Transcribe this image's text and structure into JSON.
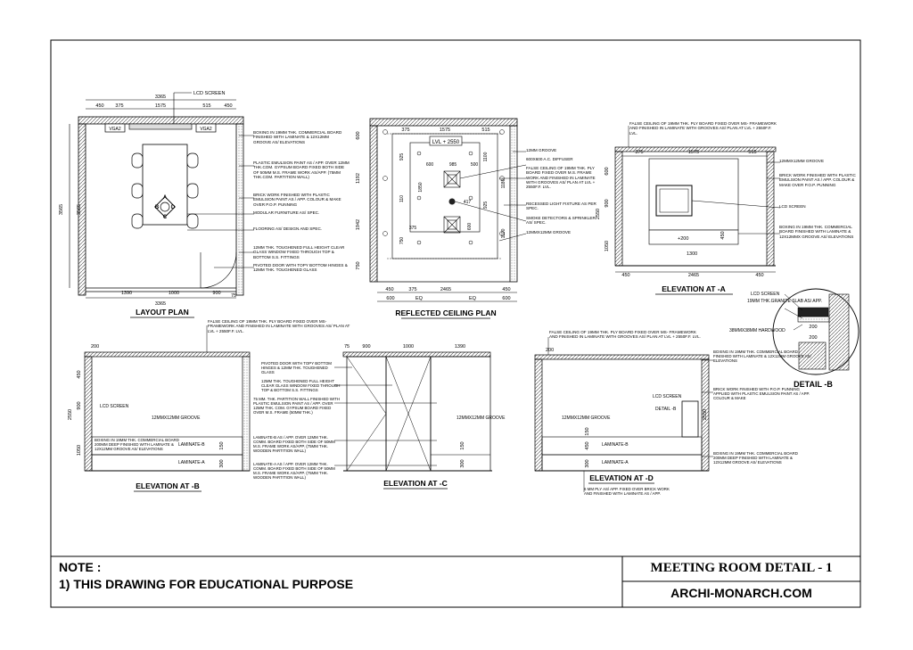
{
  "title_block": {
    "note_heading": "NOTE :",
    "note_1": "1) THIS DRAWING FOR EDUCATIONAL PURPOSE",
    "sheet_title": "MEETING ROOM DETAIL - 1",
    "website": "ARCHI-MONARCH.COM"
  },
  "layout_plan": {
    "caption": "LAYOUT PLAN",
    "lcd_label": "LCD SCREEN",
    "top_dims": [
      "3365",
      "450",
      "375",
      "1575",
      "515",
      "450"
    ],
    "side_dims": [
      "3565",
      "3565"
    ],
    "bottom_dims": [
      "1390",
      "1000",
      "900",
      "75",
      "3365"
    ],
    "tags": [
      "VGA2",
      "VGA2"
    ],
    "table_letters": [
      "A",
      "B",
      "C",
      "D"
    ],
    "notes": [
      "BOXING IN 19MM THK. COMMERCIAL BOARD FINISHED WITH LAMINATE & 12X12MM GROOVE AS/ ELEVATIONS",
      "PLASTIC EMULSION PAINT AS / APP. OVER 12MM THK.COM. GYPSUM BOARD FIXED BOTH SIDE OF 50MM M.S. FRAME WORK AS/APP. (75MM THK.COM. PARTITION WALL)",
      "BRICK WORK FINISHED WITH PLASTIC EMULSION PAINT AS / APP. COLOUR & MAKE OVER P.O.P. PUNNING",
      "MODULAR FURNITURE AS/ SPEC.",
      "FLOORING AS/ DESIGN AND SPEC.",
      "12MM THK. TOUGHENED FULL HEIGHT CLEAR GLASS WINDOW FIXED THROUGH TOP & BOTTOM S.S. FITTINGS",
      "PIVOTED DOOR WITH TOPY BOTTOM HINGES & 12MM THK. TOUGHENED GLASS"
    ]
  },
  "ceiling_plan": {
    "caption": "REFLECTED CEILING PLAN",
    "level": "LVL + 2550",
    "top_dims": [
      "375",
      "1575",
      "515"
    ],
    "left_dims": [
      "600",
      "1192",
      "1942",
      "750"
    ],
    "inner_dims": [
      "600",
      "985",
      "500",
      "925",
      "110",
      "1850",
      "750",
      "375",
      "417",
      "600",
      "925",
      "1100",
      "1180",
      "1100"
    ],
    "bottom_dims": [
      "450",
      "375",
      "600",
      "EQ",
      "2465",
      "EQ",
      "450",
      "600"
    ],
    "notes": [
      "12MM GROOVE",
      "600X600 A.C. DIFFUSER",
      "FALSE CEILING OF 19MM THK. PLY BOARD FIXED OVER M.S. FRAME WORK AND FINISHED IN LAMINATE WITH GROOVES AS/ PLAN AT LVL + 2550F.F. LVL.",
      "RECESSED LIGHT FIXTURE AS PER SPEC.",
      "SMOKE DETECTORS & SPRINKLER AS/ SPEC.",
      "12MMX12MM GROOVE"
    ]
  },
  "elev_a": {
    "caption": "ELEVATION AT -A",
    "top_note": "FALSE CEILING OF 19MM THK. PLY BOARD FIXED OVER MS- FRAMEWORK AND FINISHED IN LAMINATE WITH GROOVES AS/ PLAN AT LVL + 2550F.F. LVL.",
    "top_dims": [
      "375",
      "1575",
      "515"
    ],
    "left_dims": [
      "600",
      "900",
      "1050",
      "2550"
    ],
    "bottom_dims": [
      "450",
      "2465",
      "450"
    ],
    "inner_dims": [
      "+200",
      "1300",
      "450"
    ],
    "notes": [
      "12MMX12MM GROOVE",
      "BRICK WORK FINISHED WITH PLASTIC EMULSION PAINT AS / APP. COLOUR & MAKE OVER P.O.P. PUNNING",
      "LCD SCREEN",
      "BOXING IN 19MM THK. COMMERCIAL BOARD FINISHED WITH LAMINATE & 12X12MMX GROOVE AS/ ELEVATIONS"
    ]
  },
  "detail_b": {
    "caption": "DETAIL -B",
    "notes": [
      "LCD SCREEN",
      "19MM THK.GRANITE SLAB AS/ APP.",
      "38MMX38MM HARDWOOD"
    ],
    "dims": [
      "200",
      "200"
    ]
  },
  "elev_b": {
    "caption": "ELEVATION AT -B",
    "top_note": "FALSE CEILING OF 19MM THK. PLY BOARD FIXED OVER MS- FRAMEWORK AND FINISHED IN LAMINATE WITH GROOVES AS/ PLAN AT LVL + 2550F.F. LVL.",
    "lcd_label": "LCD SCREEN",
    "groove": "12MMX12MM GROOVE",
    "left_dims": [
      "200",
      "2550",
      "900",
      "1050",
      "450"
    ],
    "inner_dims": [
      "150",
      "300"
    ],
    "boxing_note": "BOXING IN 19MM THK. COMMERCIAL BOARD 200MM DEEP FINISHED WITH LAMINATE & 12X12MM GROOVE AS/ ELEVATIONS",
    "laminate_b": "LAMINATE-B",
    "laminate_a": "LAMINATE-A"
  },
  "elev_c": {
    "caption": "ELEVATION AT -C",
    "top_dims": [
      "75",
      "900",
      "1000",
      "1390"
    ],
    "groove": "12MMX12MM GROOVE",
    "inner_dims": [
      "150",
      "300"
    ],
    "notes": [
      "PIVOTED DOOR WITH TOPY BOTTOM HINGES & 12MM THK. TOUGHENED GLASS",
      "12MM THK. TOUGHENED FULL HEIGHT CLEAR GLASS WINDOW FIXED THROUGH TOP & BOTTOM S.S. FITTINGS",
      "75 MM. THK. PARTITION WALL FINISHED WITH PLASTIC EMULSION PAINT AS / APP. OVER 12MM THK. COM. GYPSUM BOARD FIXED OVER M.S. FRAME (50MM THK.)",
      "LAMINATE-B AS / APP. OVER 12MM THK. COMM. BOARD FIXED BOTH SIDE OF 50MM M.S. FRAME WORK AS/APP. (75MM THK. WOODEN PARTITION WALL)",
      "LAMINATE-A AS / APP. OVER 12MM THK. COMM. BOARD FIXED BOTH SIDE OF 50MM M.S. FRAME WORK AS/APP. (75MM THK. WOODEN PARTITION WALL)"
    ]
  },
  "elev_d": {
    "caption": "ELEVATION AT -D",
    "top_note": "FALSE CEILING OF 19MM THK. PLY BOARD FIXED OVER MS- FRAMEWORK AND FINISHED IN LAMINATE WITH GROOVES AS/ PLAN AT LVL + 2550F.F. LVL.",
    "groove": "12MMX12MM GROOVE",
    "lcd_label": "LCD SCREEN",
    "detail_ref": "DETAIL -B",
    "laminate_b": "LAMINATE-B",
    "laminate_a": "LAMINATE-A",
    "left_dims": [
      "200",
      "450",
      "150",
      "300",
      "2550"
    ],
    "notes": [
      "BOXING IN 19MM THK. COMMERCIAL BOARD FINISHED WITH LAMINATE & 12X12MM GROOVE AS/ ELEVATIONS",
      "BRICK WORK FINISHED WITH P.O.P. PUNNING APPLIED WITH PLASTIC EMULSION PAINT AS / APP. COLOUR & MAKE",
      "BOXING IN 19MM THK. COMMERCIAL BOARD 200MM DEEP FINISHED WITH LAMINATE & 12X12MM GROOVE AS/ ELEVATIONS"
    ],
    "bottom_note": "6 MM PLY AS/ APP. FIXED OVER BRICK WORK AND FINISHED WITH LAMINATE AS / APP."
  }
}
